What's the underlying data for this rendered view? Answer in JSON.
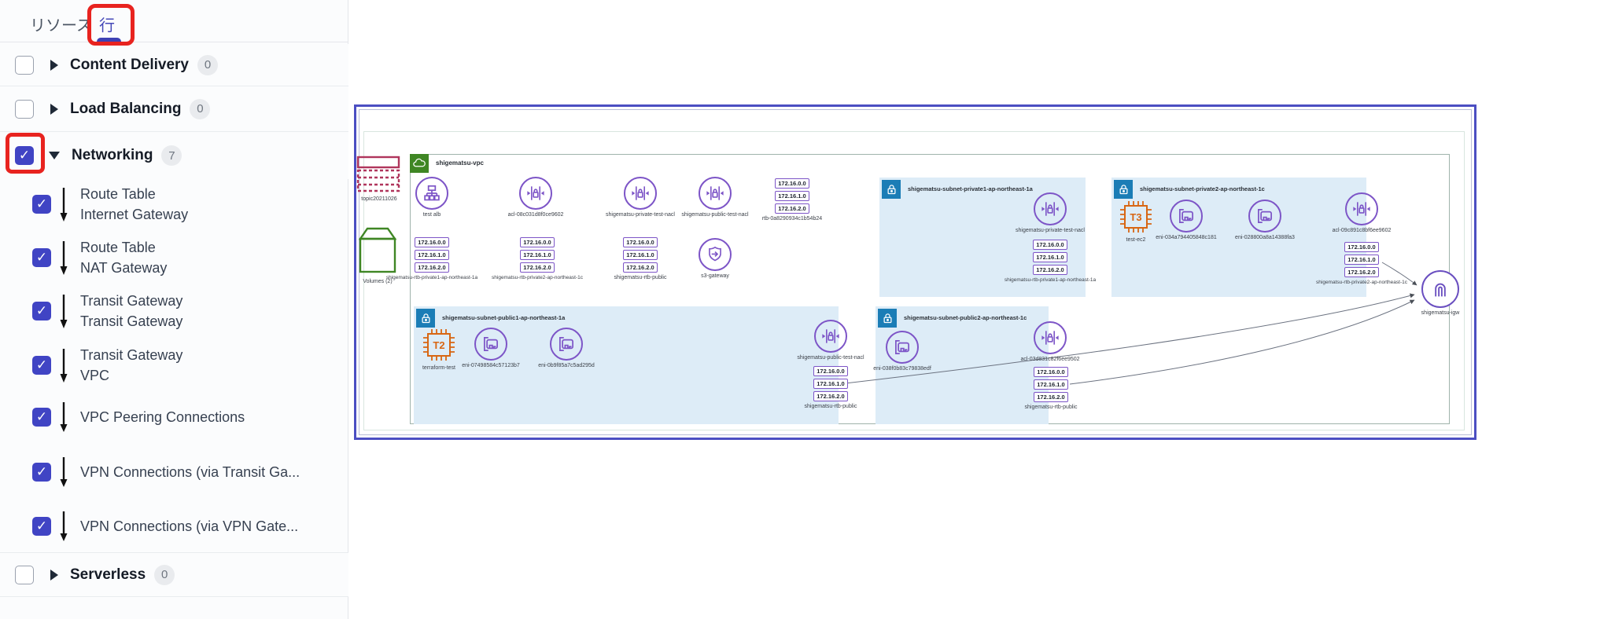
{
  "sidebar": {
    "tabs": [
      {
        "label": "リソース",
        "active": false
      },
      {
        "label": "行",
        "active": true
      }
    ],
    "categories": [
      {
        "label": "Content Delivery",
        "count": "0",
        "checked": false
      },
      {
        "label": "Load Balancing",
        "count": "0",
        "checked": false
      },
      {
        "label": "Networking",
        "count": "7",
        "checked": true
      },
      {
        "label": "Serverless",
        "count": "0",
        "checked": false
      }
    ],
    "checkmark": "✓",
    "networking_items": [
      {
        "line1": "Route Table",
        "line2": "Internet Gateway"
      },
      {
        "line1": "Route Table",
        "line2": "NAT Gateway"
      },
      {
        "line1": "Transit Gateway",
        "line2": "Transit Gateway"
      },
      {
        "line1": "Transit Gateway",
        "line2": "VPC"
      },
      {
        "line1": "VPC Peering Connections",
        "line2": ""
      },
      {
        "line1": "VPN Connections (via Transit Ga...",
        "line2": ""
      },
      {
        "line1": "VPN Connections (via VPN Gate...",
        "line2": ""
      }
    ]
  },
  "diagram": {
    "cidrs": [
      "172.16.0.0",
      "172.16.1.0",
      "172.16.2.0"
    ],
    "external": {
      "topic": "topic20211026",
      "volumes": "Volumes (2)"
    },
    "vpc_label": "shigematsu-vpc",
    "row1": {
      "alb": "test alb",
      "nacl1": "acl-08c031d8f0ce9602",
      "nacl2": "shigematsu-private-test-nacl",
      "nacl3": "shigematsu-public-test-nacl",
      "rtb": "rtb-0a8290934c1b54b24"
    },
    "row2": {
      "rtb_private1": "shigematsu-rtb-private1-ap-northeast-1a",
      "rtb_private2": "shigematsu-rtb-private2-ap-northeast-1c",
      "rtb_public": "shigematsu-rtb-public",
      "endpoint": "s3-gateway"
    },
    "subnet_private1": {
      "title": "shigematsu-subnet-private1-ap-northeast-1a",
      "nacl": "shigematsu-private-test-nacl",
      "rtb": "shigematsu-rtb-private1-ap-northeast-1a"
    },
    "subnet_private2": {
      "title": "shigematsu-subnet-private2-ap-northeast-1c",
      "ec2": "test-ec2",
      "ec2_type": "T3",
      "eni1": "eni-034a794405848c181",
      "eni2": "eni-028800a8a14388fa3",
      "nacl": "acl-09c891c8bf6ee9602",
      "rtb": "shigematsu-rtb-private2-ap-northeast-1c"
    },
    "subnet_public1": {
      "title": "shigematsu-subnet-public1-ap-northeast-1a",
      "ec2": "terraform-test",
      "ec2_type": "T2",
      "eni1": "eni-07498584c57123b7",
      "eni2": "eni-0b9f85a7c5ad295d",
      "nacl": "shigematsu-public-test-nacl",
      "rtb": "shigematsu-rtb-public"
    },
    "subnet_public2": {
      "title": "shigematsu-subnet-public2-ap-northeast-1c",
      "eni": "eni-038f0b83c79838edf",
      "nacl": "acl-03d831c82f6ee9502",
      "rtb": "shigematsu-rtb-public"
    },
    "igw": "shigematsu-igw"
  },
  "colors": {
    "annotation_red": "#e8231f",
    "checkbox_indigo": "#4044c4",
    "icon_purple": "#7d55c7",
    "subnet_header_blue": "#1b7db6",
    "subnet_fill": "#ddecf7",
    "vpc_green": "#3f8624",
    "ec2_orange": "#d86613",
    "topic_magenta": "#b0355c",
    "frame_purple": "#4b4ec2"
  },
  "icons": {
    "vpc": "cloud-icon",
    "subnet": "lock-icon",
    "nacl": "network-acl-icon",
    "route_table": "cidr-list-icon",
    "eni": "network-interface-icon",
    "ec2": "instance-chip-icon",
    "igw": "internet-gateway-icon",
    "endpoint": "shield-arrow-icon",
    "topic": "table-icon",
    "volumes": "volume-box-icon"
  }
}
